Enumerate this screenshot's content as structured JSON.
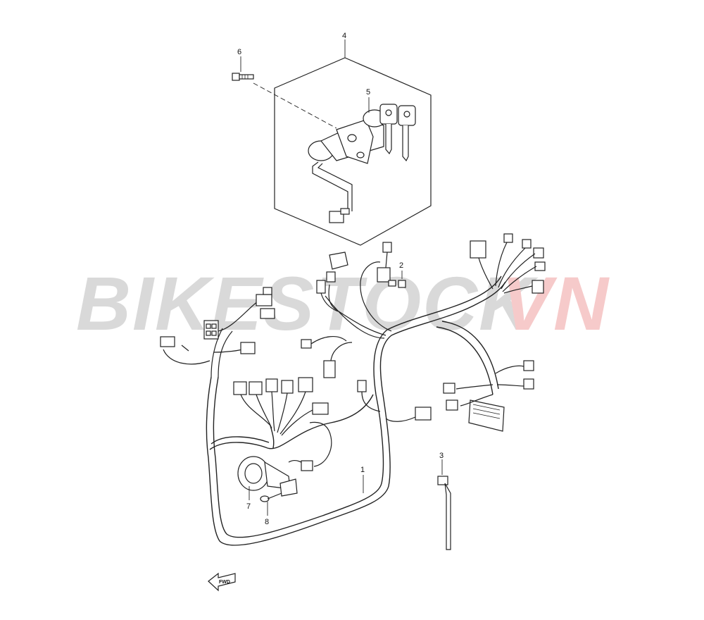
{
  "watermark": {
    "part1": "BIKESTOCK",
    "part2": "VN",
    "colors": {
      "part1": "#d9d9d9",
      "part2": "#f6caca"
    }
  },
  "callouts": [
    {
      "id": "1",
      "label": "1"
    },
    {
      "id": "2",
      "label": "2"
    },
    {
      "id": "3",
      "label": "3"
    },
    {
      "id": "4",
      "label": "4"
    },
    {
      "id": "5",
      "label": "5"
    },
    {
      "id": "6",
      "label": "6"
    },
    {
      "id": "7",
      "label": "7"
    },
    {
      "id": "8",
      "label": "8"
    }
  ],
  "fwd_arrow": {
    "label": "FWD"
  },
  "icons": [
    "wiring-harness",
    "ignition-switch",
    "key",
    "bolt",
    "horn",
    "screw",
    "cable-tie",
    "clamp",
    "fwd-arrow-icon"
  ]
}
